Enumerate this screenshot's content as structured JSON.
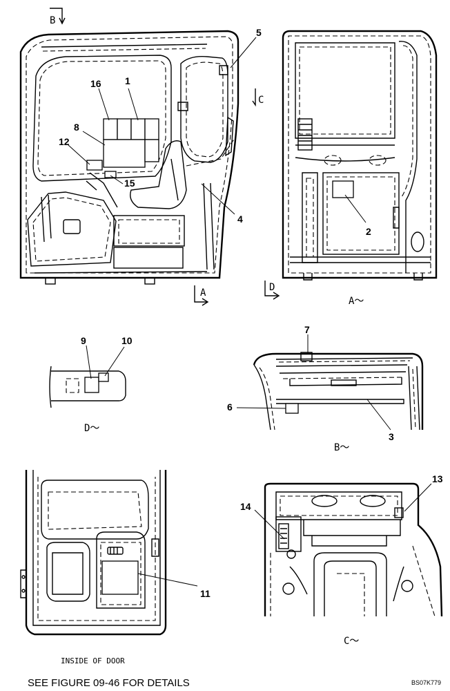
{
  "view_marks": {
    "b": "B",
    "c": "C",
    "a": "A",
    "d": "D"
  },
  "view_titles": {
    "a": "A～",
    "b": "B～",
    "c": "C～",
    "d": "D～"
  },
  "callouts": {
    "n1": "1",
    "n2": "2",
    "n3": "3",
    "n4": "4",
    "n5": "5",
    "n6": "6",
    "n7": "7",
    "n8": "8",
    "n9": "9",
    "n10": "10",
    "n11": "11",
    "n12": "12",
    "n13": "13",
    "n14": "14",
    "n15": "15",
    "n16": "16"
  },
  "inside_door_label": "INSIDE OF DOOR",
  "footer_note": "SEE FIGURE 09-46 FOR DETAILS",
  "drawing_code": "BS07K779"
}
